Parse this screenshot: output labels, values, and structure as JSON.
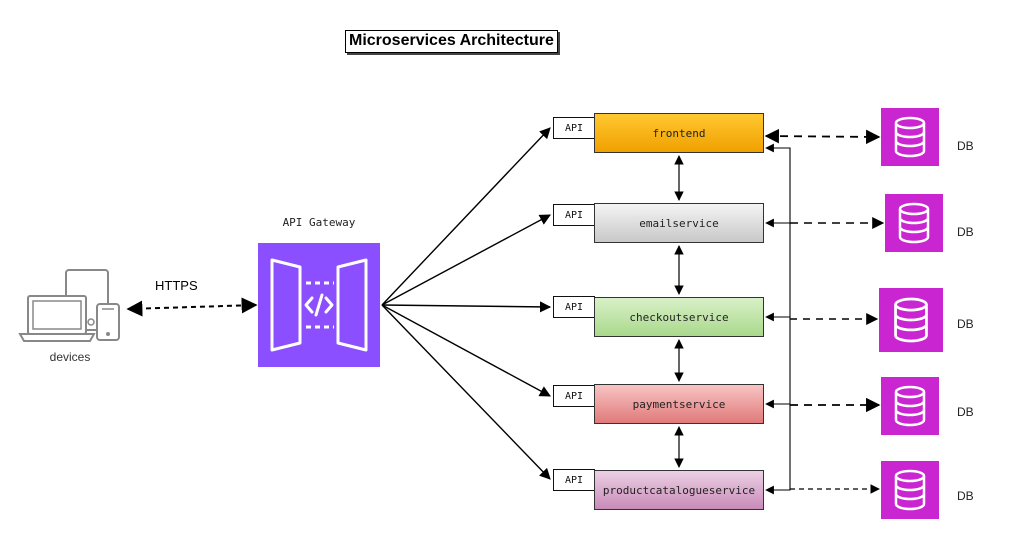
{
  "title": "Microservices Architecture",
  "client": {
    "label": "devices",
    "icon": "devices-icon"
  },
  "connection_label": "HTTPS",
  "gateway": {
    "label": "API Gateway",
    "icon": "api-gateway-icon",
    "color": "#8C4FFF"
  },
  "api_tag": "API",
  "services": [
    {
      "name": "frontend",
      "color": "#F5A900"
    },
    {
      "name": "emailservice",
      "color": "#D6D6D6"
    },
    {
      "name": "checkoutservice",
      "color": "#B9E2A0"
    },
    {
      "name": "paymentservice",
      "color": "#EE9E9E"
    },
    {
      "name": "productcatalogueservice",
      "color": "#DDB0D2"
    }
  ],
  "databases": [
    {
      "label": "DB"
    },
    {
      "label": "DB"
    },
    {
      "label": "DB"
    },
    {
      "label": "DB"
    },
    {
      "label": "DB"
    }
  ],
  "db_color": "#C925D1",
  "db_icon": "database-icon"
}
